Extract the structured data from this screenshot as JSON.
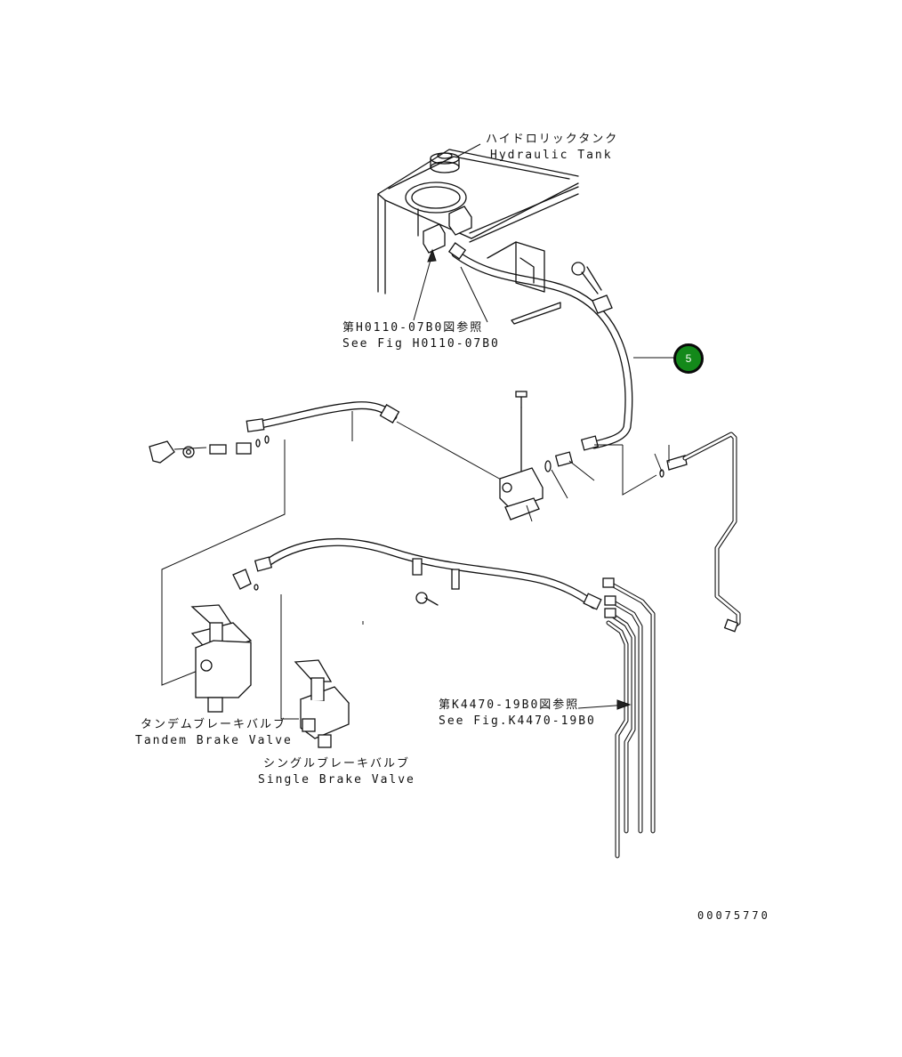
{
  "labels": {
    "tank_jp": "ハイドロリックタンク",
    "tank_en": "Hydraulic Tank",
    "ref1_jp": "第H0110-07B0図参照",
    "ref1_en": "See Fig H0110-07B0",
    "ref2_jp": "第K4470-19B0図参照",
    "ref2_en": "See Fig.K4470-19B0",
    "tandem_jp": "タンデムブレーキバルブ",
    "tandem_en": "Tandem Brake Valve",
    "single_jp": "シングルブレーキバルブ",
    "single_en": "Single Brake Valve",
    "drawing_no": "00075770"
  },
  "callouts": [
    {
      "number": "5",
      "color": "#13891a"
    }
  ]
}
